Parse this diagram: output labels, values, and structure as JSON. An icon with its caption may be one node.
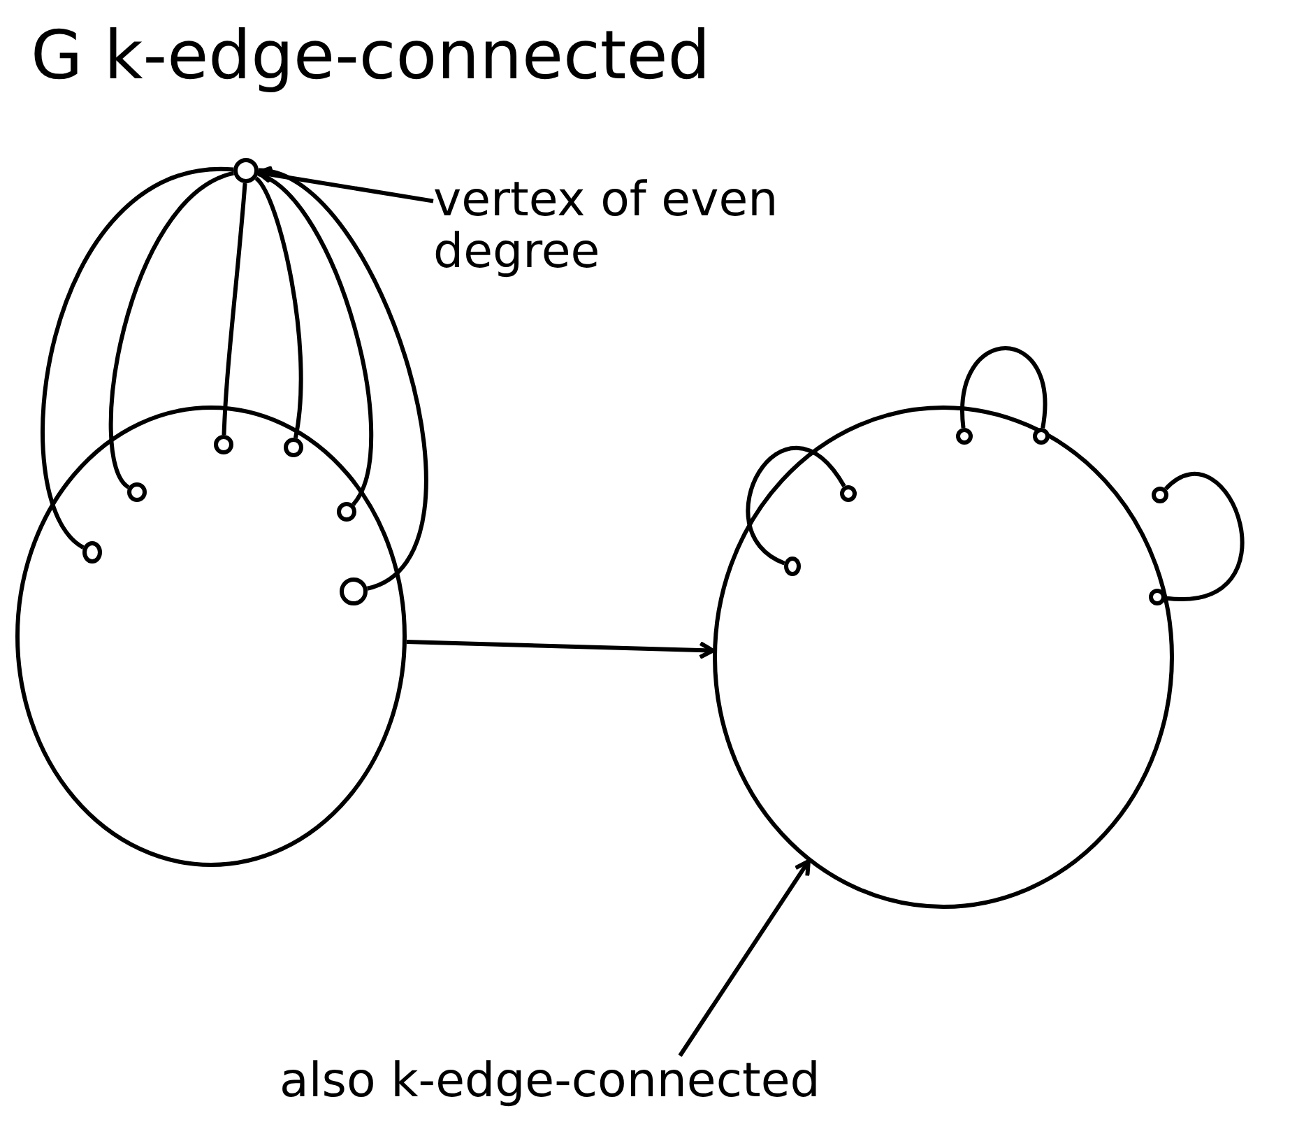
{
  "diagram": {
    "title": "G k-edge-connected",
    "nodes": [
      {
        "text": [],
        "shape": "circle"
      },
      {
        "text": [],
        "shape": "circle"
      },
      {
        "text": [],
        "shape": "circle",
        "in": 0
      },
      {
        "text": [],
        "shape": "circle",
        "in": 0
      },
      {
        "text": [],
        "shape": "circle",
        "in": 0
      },
      {
        "text": [],
        "shape": "circle",
        "in": 0
      },
      {
        "text": [],
        "shape": "circle",
        "in": 0
      },
      {
        "text": [],
        "shape": "circle",
        "in": 0
      },
      {
        "text": [
          "vertex of even degree"
        ]
      },
      {
        "text": [],
        "shape": "circle"
      },
      {
        "text": [],
        "shape": "circle",
        "in": 9
      },
      {
        "text": [],
        "shape": "circle",
        "in": 9
      },
      {
        "text": [],
        "shape": "circle",
        "in": 9
      },
      {
        "text": [],
        "shape": "circle",
        "in": 9
      },
      {
        "text": [],
        "shape": "circle",
        "in": 9
      },
      {
        "text": [],
        "shape": "circle",
        "in": 9
      },
      {
        "text": [
          "also k-edge-connected"
        ]
      }
    ],
    "edges": [
      {
        "from": 1,
        "to": 2,
        "arrow": "none"
      },
      {
        "from": 1,
        "to": 3,
        "arrow": "none"
      },
      {
        "from": 1,
        "to": 4,
        "arrow": "none"
      },
      {
        "from": 1,
        "to": 5,
        "arrow": "none"
      },
      {
        "from": 1,
        "to": 6,
        "arrow": "none"
      },
      {
        "from": 1,
        "to": 7,
        "arrow": "none"
      },
      {
        "from": 8,
        "to": 1,
        "arrow": "to"
      },
      {
        "from": 0,
        "to": 9,
        "arrow": "to"
      },
      {
        "from": 10,
        "to": 11,
        "arrow": "none"
      },
      {
        "from": 12,
        "to": 13,
        "arrow": "none"
      },
      {
        "from": 14,
        "to": 15,
        "arrow": "none"
      },
      {
        "from": 16,
        "to": 9,
        "arrow": "to"
      }
    ]
  }
}
